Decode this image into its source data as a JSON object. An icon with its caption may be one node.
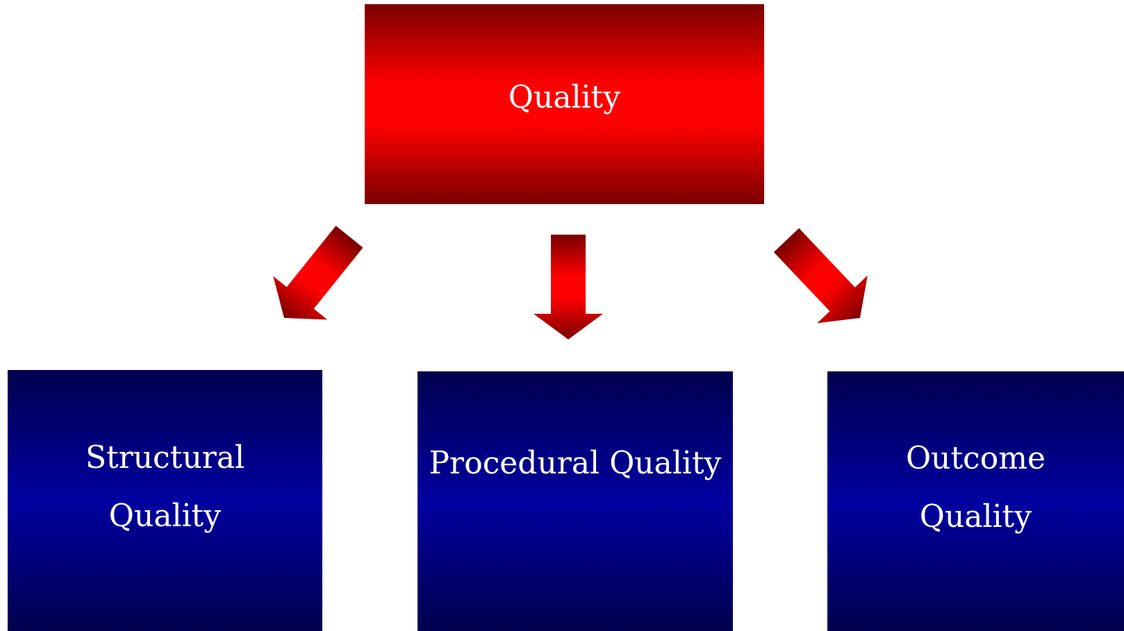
{
  "diagram": {
    "nodes": [
      {
        "text": [
          "Quality"
        ]
      },
      {
        "text": [
          "Structural Quality"
        ]
      },
      {
        "text": [
          "Procedural Quality"
        ]
      },
      {
        "text": [
          "Outcome Quality"
        ]
      }
    ],
    "edges": [
      {
        "from": 0,
        "to": 1,
        "arrow": "to"
      },
      {
        "from": 0,
        "to": 2,
        "arrow": "to"
      },
      {
        "from": 0,
        "to": 3,
        "arrow": "to"
      }
    ]
  }
}
